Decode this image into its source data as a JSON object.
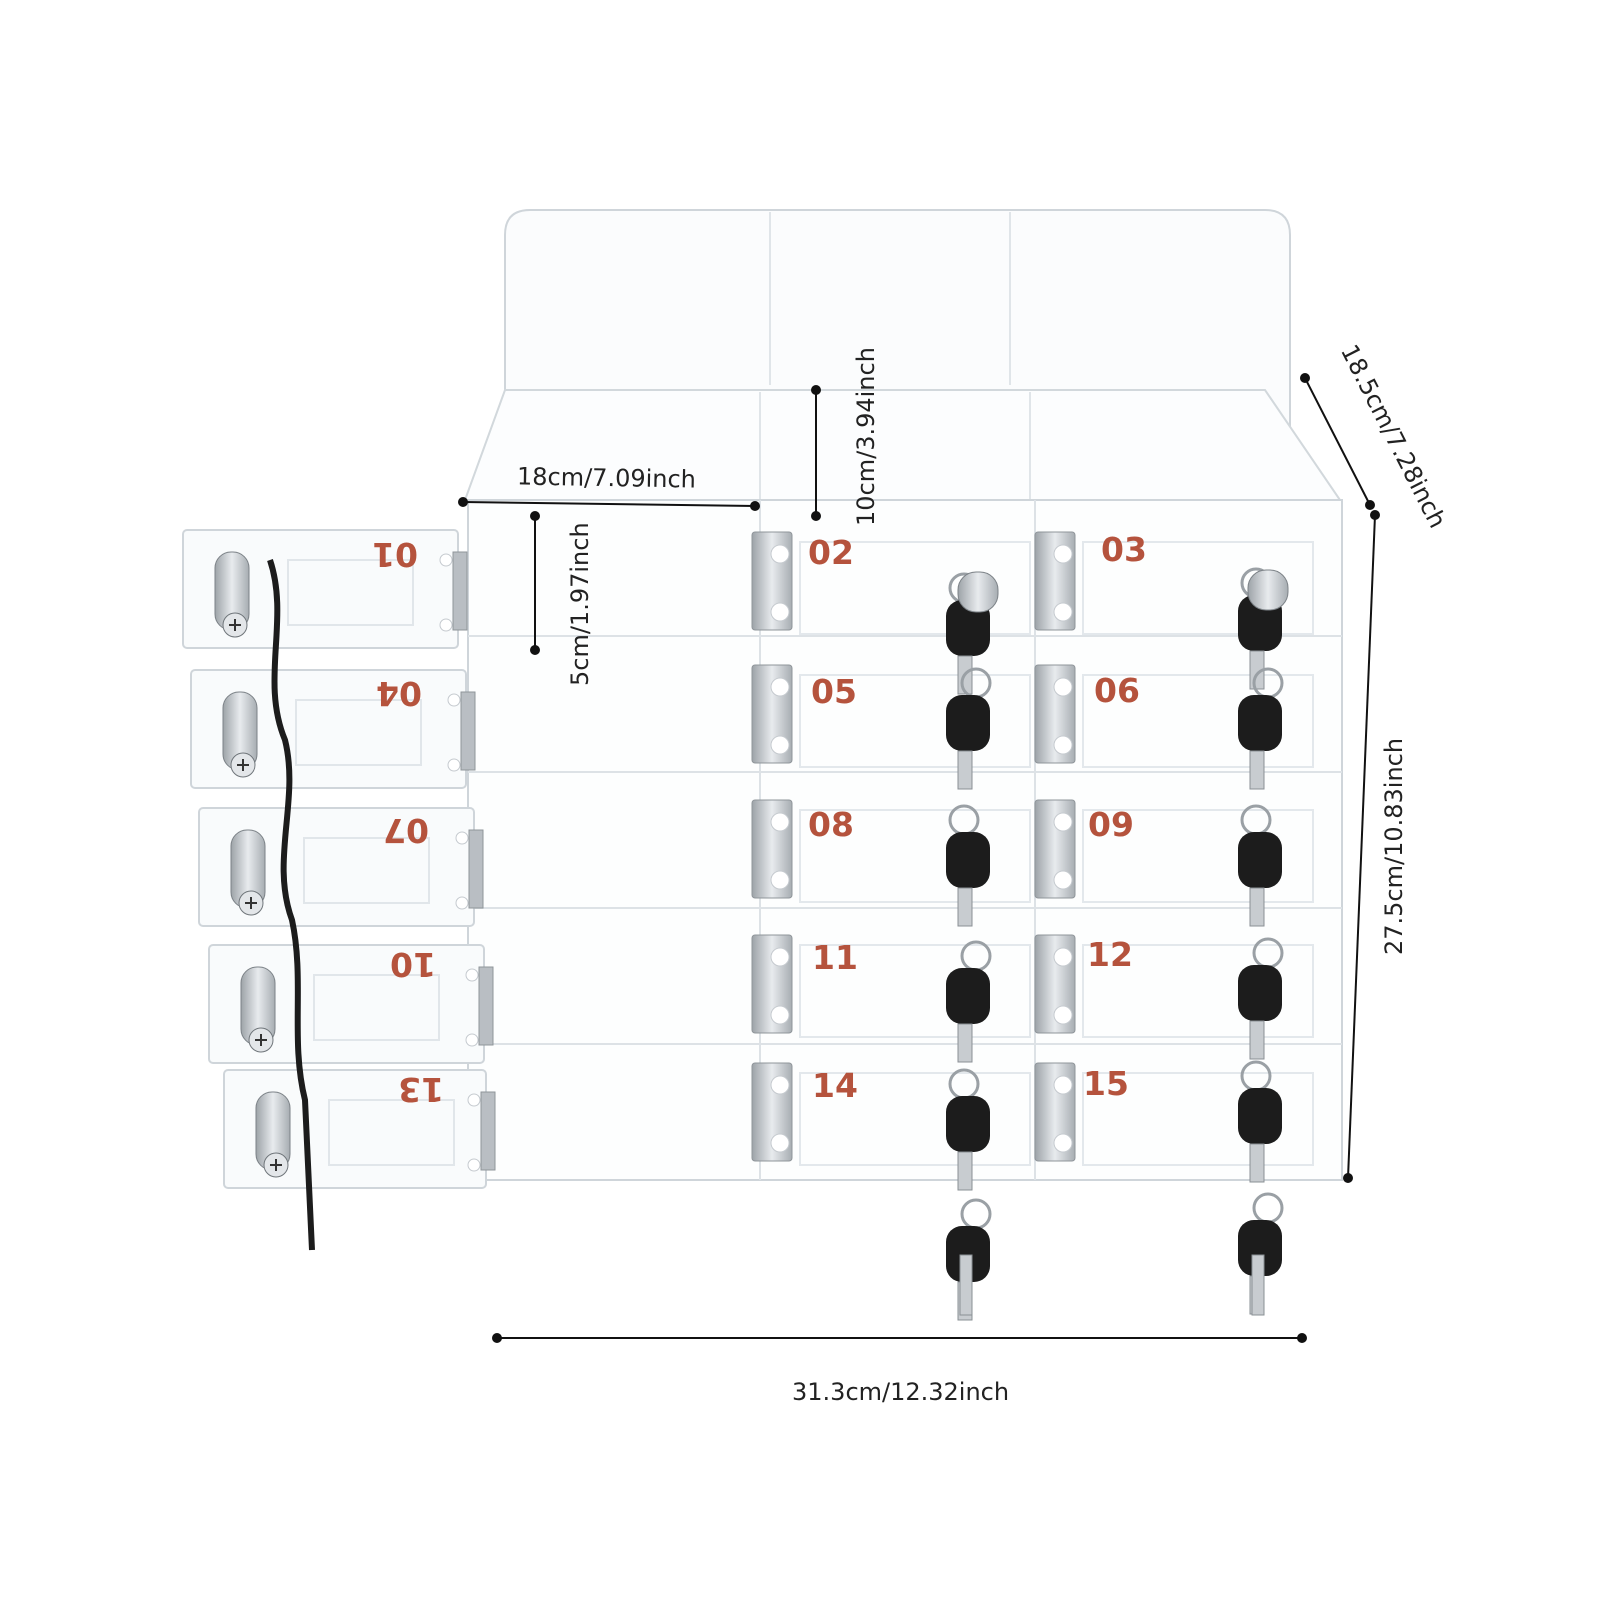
{
  "dimensions": {
    "compartment_width": "18cm/7.09inch",
    "back_height": "10cm/3.94inch",
    "door_height": "5cm/1.97inch",
    "depth": "18.5cm/7.28inch",
    "total_height": "27.5cm/10.83inch",
    "total_width": "31.3cm/12.32inch"
  },
  "doors": {
    "left_column": [
      "01",
      "04",
      "07",
      "10",
      "13"
    ],
    "middle_column": [
      "02",
      "05",
      "08",
      "11",
      "14"
    ],
    "right_column": [
      "03",
      "06",
      "09",
      "12",
      "15"
    ]
  },
  "colors": {
    "number_text": "#b5533d",
    "acrylic_edge": "#cfd5da",
    "hinge": "#b9bec3",
    "key_black": "#1c1c1c",
    "dimension_line": "#111111"
  }
}
